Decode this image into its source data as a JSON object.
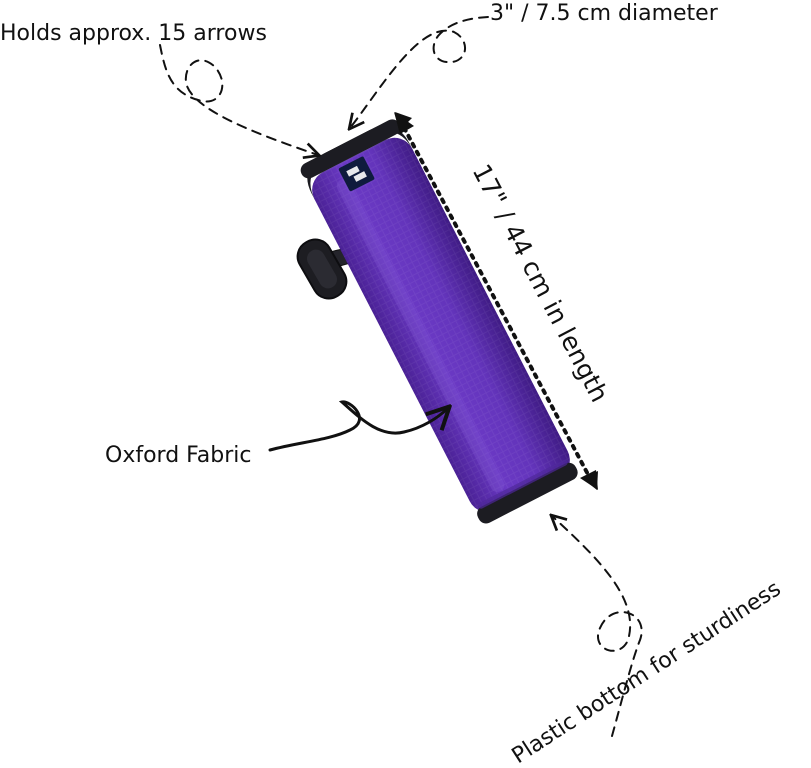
{
  "annotations": {
    "capacity": "Holds approx. 15 arrows",
    "diameter": "3\" / 7.5 cm diameter",
    "length": "17\" / 44 cm in length",
    "fabric": "Oxford Fabric",
    "bottom": "Plastic bottom for sturdiness"
  },
  "product": {
    "body_color": "#5b2bb0",
    "body_color_light": "#7a4fd0",
    "trim_color": "#1c1c22",
    "strap_color": "#2a2a30"
  }
}
